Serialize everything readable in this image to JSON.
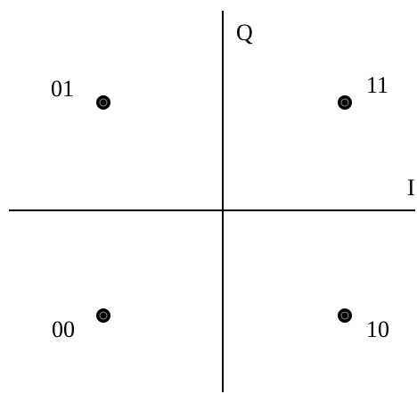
{
  "diagram": {
    "axis_labels": {
      "horizontal": "I",
      "vertical": "Q"
    },
    "symbols": [
      {
        "label": "01",
        "quadrant": "upper-left",
        "I": -1,
        "Q": 1
      },
      {
        "label": "11",
        "quadrant": "upper-right",
        "I": 1,
        "Q": 1
      },
      {
        "label": "00",
        "quadrant": "lower-left",
        "I": -1,
        "Q": -1
      },
      {
        "label": "10",
        "quadrant": "lower-right",
        "I": 1,
        "Q": -1
      }
    ],
    "colors": {
      "ink": "#000000",
      "background": "#ffffff"
    }
  }
}
